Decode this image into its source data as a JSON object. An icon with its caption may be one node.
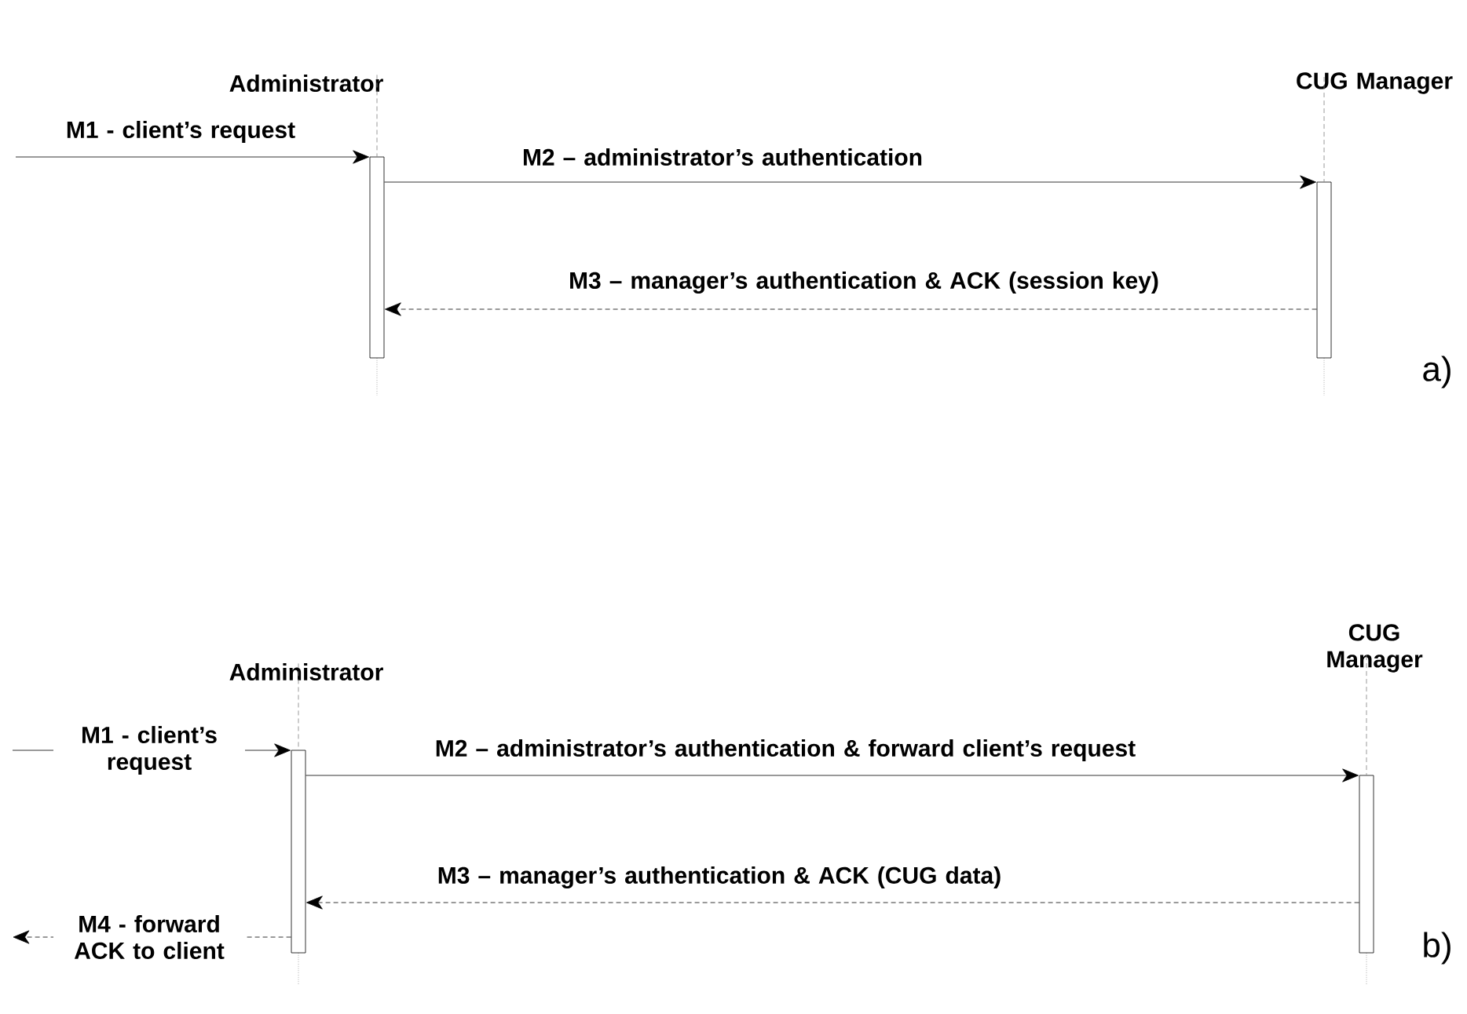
{
  "diagram": {
    "nodes": [
      {
        "text": [
          "Administrator"
        ]
      },
      {
        "text": [
          "CUG Manager"
        ]
      },
      {
        "text": [],
        "shape": "bar"
      },
      {
        "text": [],
        "shape": "bar"
      },
      {
        "text": [
          "Administrator"
        ]
      },
      {
        "text": [
          "CUG Manager"
        ]
      },
      {
        "text": [],
        "shape": "bar"
      },
      {
        "text": [],
        "shape": "bar"
      }
    ],
    "edges": [
      {
        "from": null,
        "to": 2,
        "arrow": "to",
        "label": "M1 - client’s request"
      },
      {
        "from": 2,
        "to": 3,
        "arrow": "to",
        "label": "M2 – administrator’s authentication"
      },
      {
        "from": 3,
        "to": 2,
        "arrow": "to",
        "style": "dashed",
        "label": "M3 – manager’s authentication & ACK (session key)"
      },
      {
        "from": null,
        "to": 6,
        "arrow": "to",
        "label": "M1 - client’s request"
      },
      {
        "from": 6,
        "to": 7,
        "arrow": "to",
        "label": "M2 – administrator’s authentication & forward client’s request"
      },
      {
        "from": 7,
        "to": 6,
        "arrow": "to",
        "style": "dashed",
        "label": "M3 – manager’s authentication & ACK (CUG data)"
      },
      {
        "from": 6,
        "to": null,
        "arrow": "to",
        "style": "dashed",
        "label": "M4 - forward ACK to client"
      },
      {
        "from": 0,
        "to": 2,
        "arrow": "none",
        "style": "dashed",
        "color": "#808080"
      },
      {
        "from": 1,
        "to": 3,
        "arrow": "none",
        "style": "dashed",
        "color": "#808080"
      },
      {
        "from": 4,
        "to": 6,
        "arrow": "none",
        "style": "dashed",
        "color": "#808080"
      },
      {
        "from": 5,
        "to": 7,
        "arrow": "none",
        "style": "dashed",
        "color": "#808080"
      }
    ],
    "labels": [
      "a)",
      "b)"
    ]
  }
}
